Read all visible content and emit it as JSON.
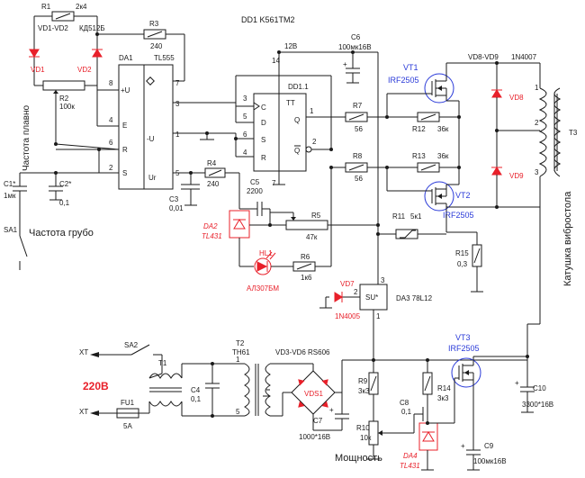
{
  "title": "DD1 K561TM2",
  "labels": {
    "r1": "R1",
    "r1_val": "2к4",
    "vd12": "VD1-VD2",
    "vd12_type": "КД512Б",
    "vd1": "VD1",
    "vd2": "VD2",
    "r2": "R2",
    "r2_val": "100к",
    "r3": "R3",
    "r3_val": "240",
    "da1": "DA1",
    "da1_type": "TL555",
    "pin_u": "+U",
    "pin_e": "E",
    "pin_r": "R",
    "pin_s": "S",
    "pin_minus_u": "-U",
    "pin_ur": "Ur",
    "n8": "8",
    "n4": "4",
    "n6": "6",
    "n2": "2",
    "n7": "7",
    "n3": "3",
    "n1": "1",
    "n5": "5",
    "plus12": "12В",
    "dd11": "DD1.1",
    "tt": "TT",
    "ff_d": "D",
    "ff_c": "C",
    "ff_s": "S",
    "ff_r": "R",
    "ff_q": "Q",
    "ff_nq": "Q",
    "ff_n3": "3",
    "ff_n5": "5",
    "ff_n6": "6",
    "ff_n4": "4",
    "ff_n1": "1",
    "ff_n2": "2",
    "ff_n7": "7",
    "ff_n14": "14",
    "c6": "C6",
    "c6_val": "100мк16В",
    "vt1": "VT1",
    "vt1_type": "IRF2505",
    "vt2": "VT2",
    "vt2_type": "IRF2505",
    "vt3": "VT3",
    "vt3_type": "IRF2505",
    "vd89": "VD8-VD9",
    "vd89_type": "1N4007",
    "vd8": "VD8",
    "vd9": "VD9",
    "t3": "T3",
    "t3_p1": "1",
    "t3_p2": "2",
    "t3_p3": "3",
    "coil": "Катушка вибростола",
    "r7": "R7",
    "r7_val": "56",
    "r8": "R8",
    "r8_val": "56",
    "r12": "R12",
    "r12_val": "36к",
    "r13": "R13",
    "r13_val": "36к",
    "r11": "R11",
    "r11_val": "5к1",
    "r15": "R15",
    "r15_val": "0,3",
    "r4": "R4",
    "r4_val": "240",
    "r5": "R5",
    "r5_val": "47к",
    "r6": "R6",
    "r6_val": "1к6",
    "c5": "C5",
    "c5_val": "2200",
    "c3": "C3",
    "c3_val": "0,01",
    "c1": "C1*",
    "c1_val": "1мк",
    "c2": "C2*",
    "c2_val": "0,1",
    "da2": "DA2",
    "da2_type": "TL431",
    "hl1": "HL1",
    "hl1_type": "АЛ307БМ",
    "vd7": "VD7",
    "vd7_type": "1N4005",
    "da3": "DA3 78L12",
    "da3_su": "SU*",
    "da3_p1": "1",
    "da3_p2": "2",
    "da3_p3": "3",
    "freq_smooth": "Частота плавно",
    "sa1": "SA1",
    "freq_coarse": "Частота грубо",
    "xt1": "XT",
    "xt2": "XT",
    "v220": "220В",
    "sa2": "SA2",
    "t1": "T1",
    "fu1": "FU1",
    "fu1_val": "5А",
    "t2": "T2",
    "t2_type": "TH61",
    "t2_p1": "1",
    "t2_p5": "5",
    "c4": "C4",
    "c4_val": "0,1",
    "vd36": "VD3-VD6 RS606",
    "vds1": "VDS1",
    "c7": "C7",
    "c7_val": "1000*16В",
    "r9": "R9",
    "r9_val": "3к3",
    "r10": "R10",
    "r10_val": "10к",
    "power": "Мощность",
    "c8": "C8",
    "c8_val": "0,1",
    "r14": "R14",
    "r14_val": "3к3",
    "da4": "DA4",
    "da4_type": "TL431",
    "c9": "C9",
    "c9_val": "100мк16В",
    "c10": "C10",
    "c10_val": "3300*16В"
  }
}
